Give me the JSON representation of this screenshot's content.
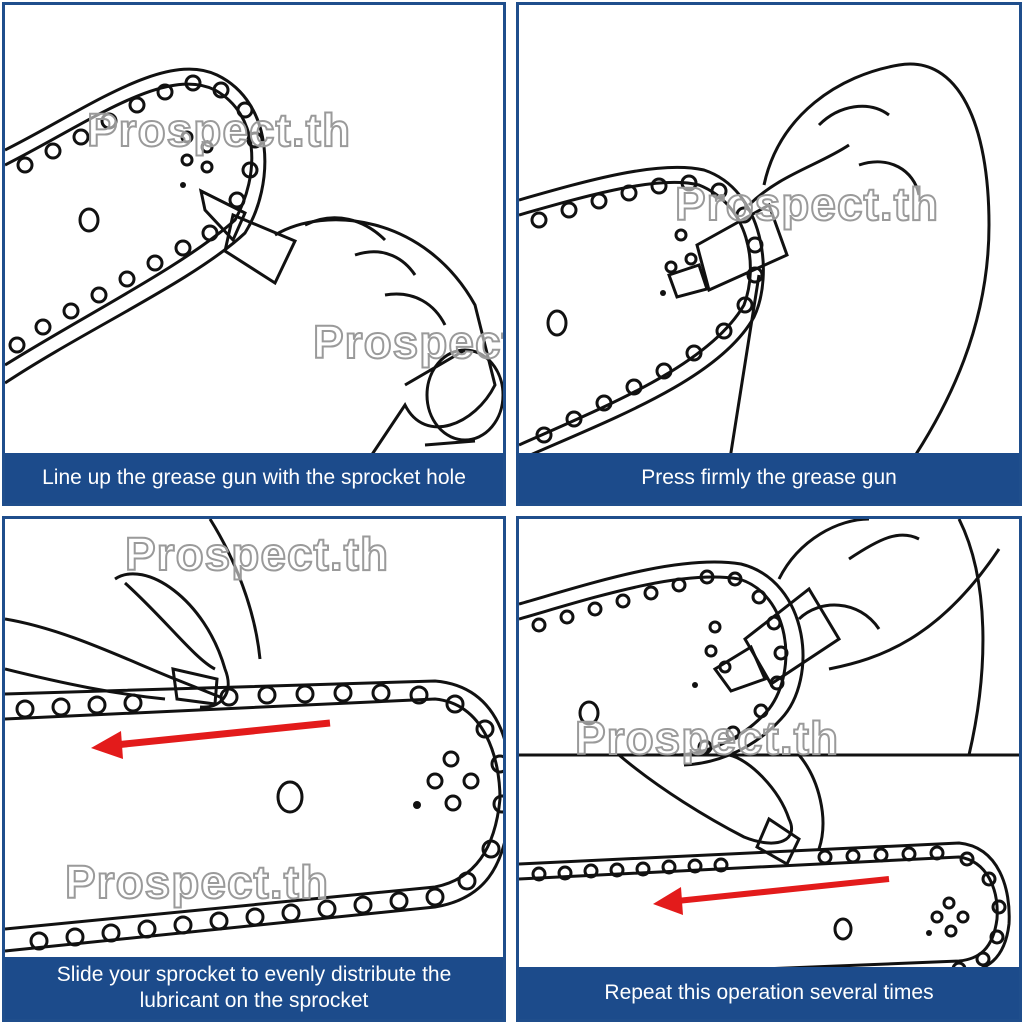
{
  "watermark": "Prospect.th",
  "colors": {
    "frame": "#1f4e8c",
    "caption_bg": "#1c4b8b",
    "arrow": "#e31b1b",
    "line": "#111111"
  },
  "steps": [
    {
      "caption": "Line up the grease gun with the sprocket hole"
    },
    {
      "caption": "Press firmly the grease gun"
    },
    {
      "caption": "Slide your sprocket to evenly distribute the lubricant on the sprocket"
    },
    {
      "caption": "Repeat this operation several times"
    }
  ]
}
